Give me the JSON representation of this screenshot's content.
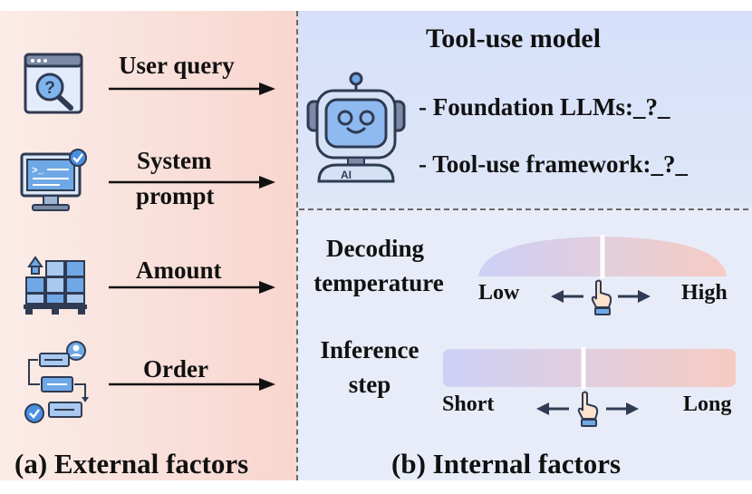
{
  "external": {
    "caption": "(a) External factors",
    "items": [
      {
        "label": "User query",
        "icon": "search-window-icon"
      },
      {
        "label_line1": "System",
        "label_line2": "prompt",
        "icon": "monitor-code-icon"
      },
      {
        "label": "Amount",
        "icon": "boxes-pallet-icon"
      },
      {
        "label": "Order",
        "icon": "workflow-icon"
      }
    ]
  },
  "internal": {
    "caption": "(b) Internal factors",
    "model": {
      "title": "Tool-use model",
      "line1": "- Foundation LLMs:_?_",
      "line2": "- Tool-use framework:_?_",
      "icon": "ai-robot-icon",
      "robot_badge": "AI"
    },
    "decoding": {
      "label_line1": "Decoding",
      "label_line2": "temperature",
      "low": "Low",
      "high": "High",
      "level": 0.5
    },
    "inference": {
      "label_line1": "Inference",
      "label_line2": "step",
      "short": "Short",
      "long": "Long",
      "level": 0.48
    }
  },
  "colors": {
    "left_bg": "#f8d6ce",
    "right_bg": "#d6e0fa",
    "slider_start": "#c9cdf7",
    "slider_end": "#f7cfc7",
    "icon_blue": "#6fa8e6",
    "icon_dark": "#2f3b52"
  }
}
